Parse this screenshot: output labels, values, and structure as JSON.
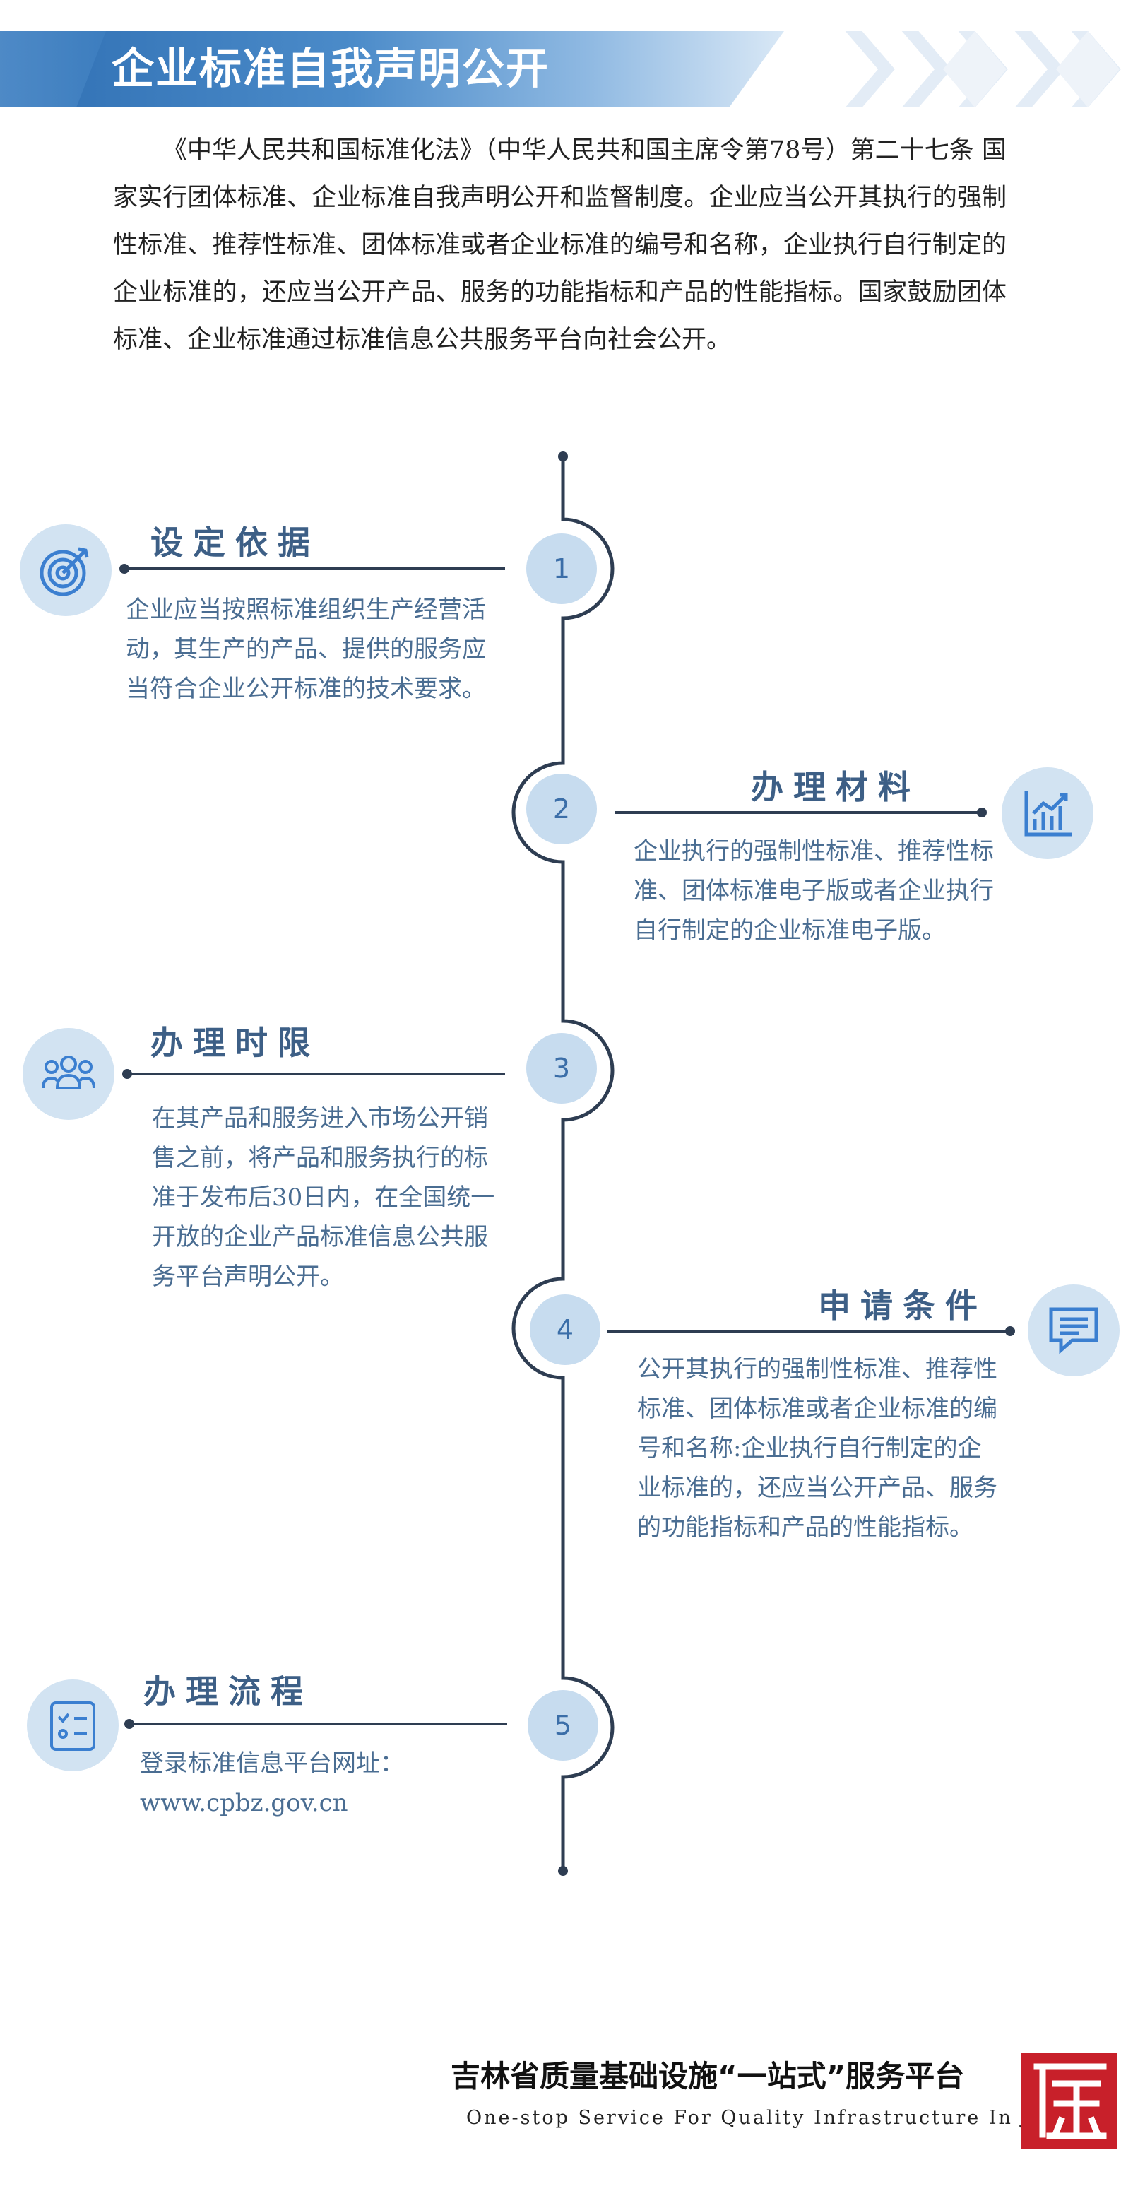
{
  "header": {
    "title": "企业标准自我声明公开"
  },
  "intro": "《中华人民共和国标准化法》（中华人民共和国主席令第78号）第二十七条 国家实行团体标准、企业标准自我声明公开和监督制度。企业应当公开其执行的强制性标准、推荐性标准、团体标准或者企业标准的编号和名称，企业执行自行制定的企业标准的，还应当公开产品、服务的功能指标和产品的性能指标。国家鼓励团体标准、企业标准通过标准信息公共服务平台向社会公开。",
  "steps": [
    {
      "number": "1",
      "title": "设定依据",
      "icon": "target-icon",
      "body": "企业应当按照标准组织生产经营活动，其生产的产品、提供的服务应当符合企业公开标准的技术要求。"
    },
    {
      "number": "2",
      "title": "办理材料",
      "icon": "chart-icon",
      "body": "企业执行的强制性标准、推荐性标准、团体标准电子版或者企业执行自行制定的企业标准电子版。"
    },
    {
      "number": "3",
      "title": "办理时限",
      "icon": "people-icon",
      "body": "在其产品和服务进入市场公开销售之前，将产品和服务执行的标准于发布后30日内，在全国统一开放的企业产品标准信息公共服务平台声明公开。"
    },
    {
      "number": "4",
      "title": "申请条件",
      "icon": "message-icon",
      "body": "公开其执行的强制性标准、推荐性标准、团体标准或者企业标准的编号和名称:企业执行自行制定的企业标准的，还应当公开产品、服务的功能指标和产品的性能指标。"
    },
    {
      "number": "5",
      "title": "办理流程",
      "icon": "checklist-icon",
      "body": "登录标准信息平台网址：www.cpbz.gov.cn"
    }
  ],
  "footer": {
    "title_cn": "吉林省质量基础设施“一站式”服务平台",
    "title_en": "One-stop Service For Quality Infrastructure In Jilin",
    "logo": "seal-logo"
  },
  "colors": {
    "primary": "#3d5f86",
    "accent": "#2f6fb3",
    "circle": "#c7dcef",
    "logo": "#c8202a"
  }
}
